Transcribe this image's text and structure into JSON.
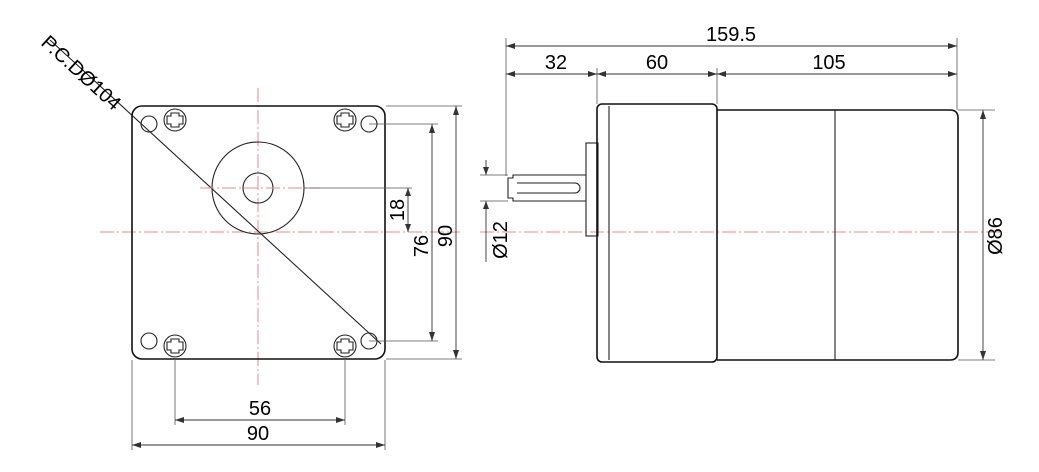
{
  "drawing": {
    "front_view": {
      "pcd_label": "P.C.DØ104",
      "dim_hole_spacing": "56",
      "dim_width": "90",
      "dim_shaft_offset": "18",
      "dim_hole_vertical": "76",
      "dim_height": "90"
    },
    "side_view": {
      "dim_total_length": "159.5",
      "dim_shaft_length": "32",
      "dim_gearbox_length": "60",
      "dim_motor_length": "105",
      "dim_shaft_diameter": "Ø12",
      "dim_body_diameter": "Ø86"
    }
  }
}
